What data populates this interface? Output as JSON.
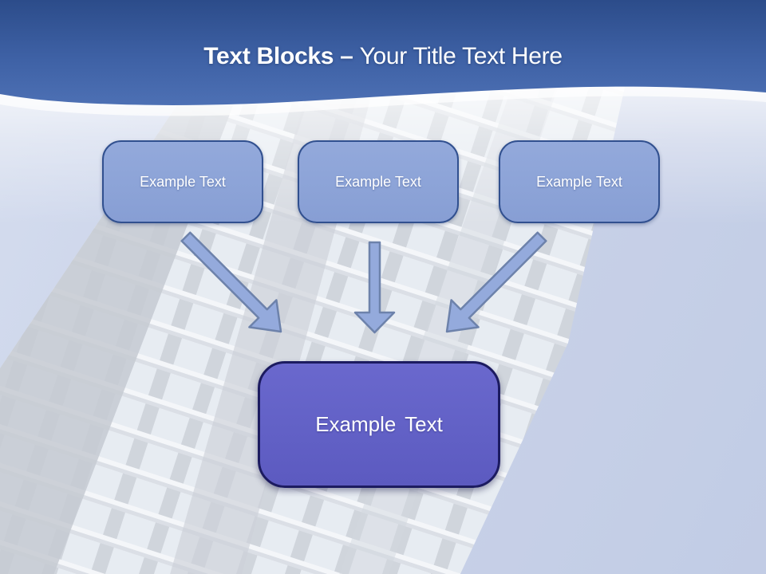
{
  "title": {
    "bold": "Text Blocks –",
    "regular": "Your Title Text Here"
  },
  "blocks": {
    "top": [
      {
        "label": "Example Text"
      },
      {
        "label": "Example Text"
      },
      {
        "label": "Example Text"
      }
    ],
    "center": {
      "label": "Example Text"
    }
  },
  "icons": {
    "left": "arrow-down-right-icon",
    "middle": "arrow-down-icon",
    "right": "arrow-down-left-icon"
  },
  "colors": {
    "header_top": "#2c4c8a",
    "header_bottom": "#4d70b4",
    "block_fill": "#8ca3d7",
    "block_border": "#31508f",
    "block_text": "#ffffff",
    "arrow_fill": "#94aadc",
    "arrow_border": "#6d82ab",
    "center_fill": "#6261c6",
    "center_border": "#1c1b60",
    "center_text": "#ffffff",
    "sky": "#bfcae4"
  },
  "background": {
    "description": "low-angle skyscraper facade photo, washed out, sky on right"
  }
}
